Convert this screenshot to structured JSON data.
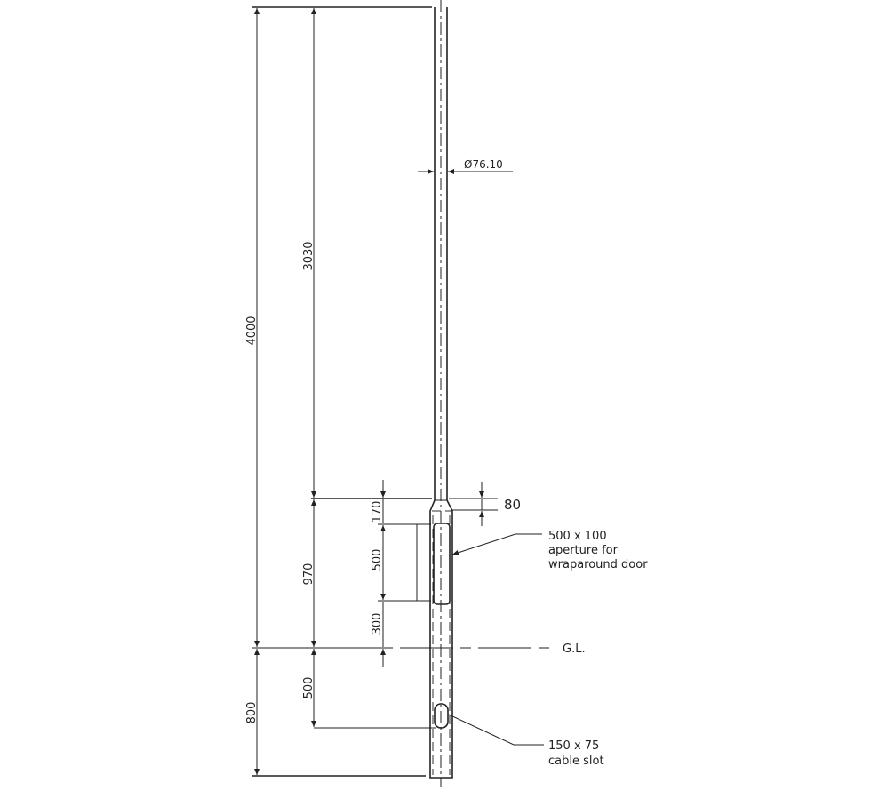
{
  "dimensions": {
    "total_height": "4000",
    "upper_shaft": "3030",
    "diameter": "Ø76.10",
    "transition": "80",
    "door_offset": "170",
    "door_length": "500",
    "door_above_ground": "300",
    "base_section": "970",
    "slot_depth": "500",
    "planting_depth": "800"
  },
  "annotations": {
    "aperture_line1": "500 x 100",
    "aperture_line2": "aperture for",
    "aperture_line3": "wraparound door",
    "ground_level": "G.L.",
    "slot_line1": "150 x 75",
    "slot_line2": "cable slot"
  }
}
